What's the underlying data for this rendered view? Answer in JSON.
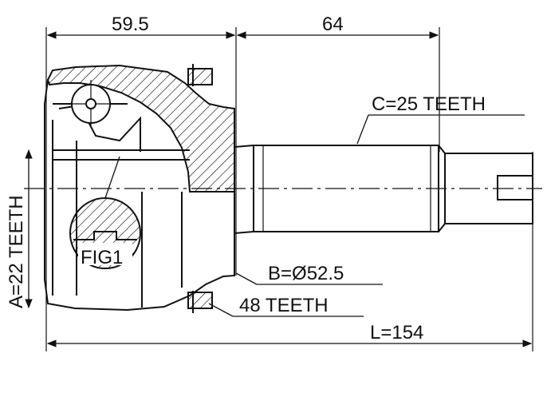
{
  "diagram": {
    "dimensions": {
      "top_left": "59.5",
      "top_right": "64",
      "spline_c": "C=25 TEETH",
      "bore_b": "B=Ø52.5",
      "abs_teeth": "48 TEETH",
      "total_length": "L=154",
      "spline_a": "A=22 TEETH"
    },
    "callout": "FIG1"
  },
  "colors": {
    "line": "#111111",
    "background": "#ffffff"
  }
}
